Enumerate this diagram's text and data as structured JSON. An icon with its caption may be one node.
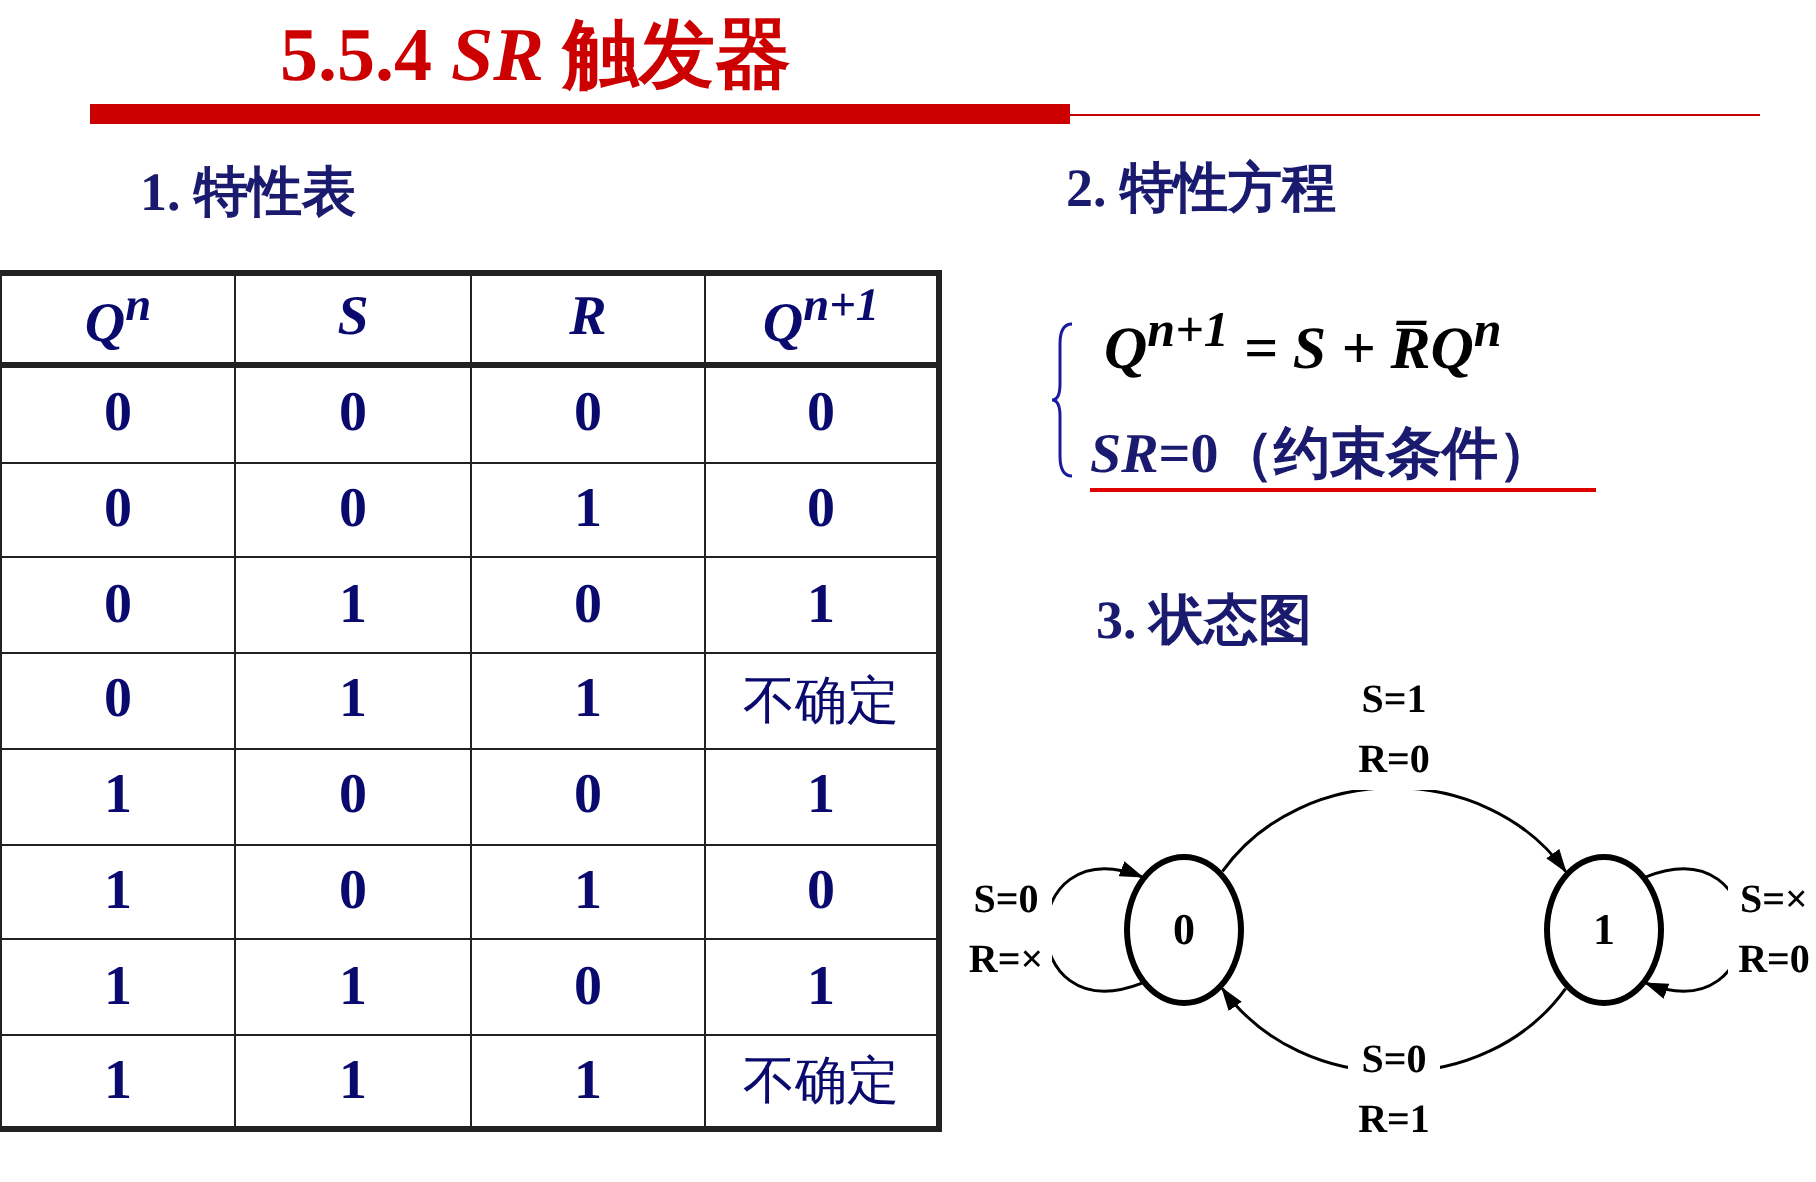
{
  "diagram": {
    "title": "5.5.4 *SR* 触发器",
    "nodes": [
      {
        "text": [
          "0"
        ]
      },
      {
        "text": [
          "1"
        ]
      }
    ],
    "edges": [
      {
        "from": 0,
        "to": 1,
        "arrow": "to",
        "label": "S=1 R=0"
      },
      {
        "from": 1,
        "to": 0,
        "arrow": "to",
        "label": "S=0 R=1"
      },
      {
        "from": 0,
        "to": 0,
        "arrow": "to",
        "label": "S=0 R=×"
      },
      {
        "from": 1,
        "to": 1,
        "arrow": "to",
        "label": "S=× R=0"
      }
    ],
    "labels": [
      "1. 特性表",
      "2. 特性方程",
      "Q$^{n}$",
      "S",
      "R",
      "Q$^{n+1}$",
      "0",
      "0",
      "0",
      "0",
      "0",
      "0",
      "1",
      "0",
      "0",
      "1",
      "0",
      "1",
      "0",
      "1",
      "1",
      "不确定",
      "1",
      "0",
      "0",
      "1",
      "1",
      "0",
      "1",
      "0",
      "1",
      "1",
      "0",
      "1",
      "1",
      "1",
      "1",
      "不确定",
      "Q$^{n+1}$ = S + R̅Q$^{n}$",
      "*SR*=0（约束条件）",
      "3. 状态图"
    ]
  }
}
